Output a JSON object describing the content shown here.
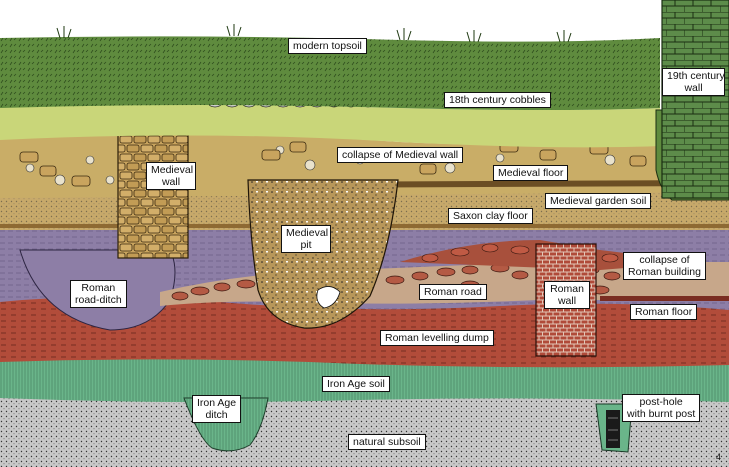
{
  "labels": {
    "modern_topsoil": "modern topsoil",
    "wall_19th_a": "19th century",
    "wall_19th_b": "wall",
    "cobbles_18th": "18th century cobbles",
    "collapse_medieval_wall": "collapse of Medieval wall",
    "medieval_wall_a": "Medieval",
    "medieval_wall_b": "wall",
    "medieval_floor": "Medieval floor",
    "medieval_garden_soil": "Medieval garden soil",
    "saxon_clay_floor": "Saxon clay floor",
    "medieval_pit_a": "Medieval",
    "medieval_pit_b": "pit",
    "collapse_roman_building_a": "collapse of",
    "collapse_roman_building_b": "Roman building",
    "roman_road_ditch_a": "Roman",
    "roman_road_ditch_b": "road-ditch",
    "roman_road": "Roman road",
    "roman_wall_a": "Roman",
    "roman_wall_b": "wall",
    "roman_floor": "Roman floor",
    "roman_levelling_dump": "Roman levelling dump",
    "iron_age_soil": "Iron Age soil",
    "iron_age_ditch_a": "Iron Age",
    "iron_age_ditch_b": "ditch",
    "post_hole_a": "post-hole",
    "post_hole_b": "with burnt post",
    "natural_subsoil": "natural subsoil",
    "page_number": "4"
  },
  "colors": {
    "topsoil": "#5f8b3e",
    "cobble_band": "#c9d679",
    "rubble": "#c9ad67",
    "garden_soil": "#c7a96a",
    "purple": "#8d7ea6",
    "roman_red": "#b24c3a",
    "iron_age": "#6ab58a",
    "subsoil": "#c8c8c8",
    "stone": "#c9a45e",
    "brick_wall": "#5d8c4a"
  }
}
